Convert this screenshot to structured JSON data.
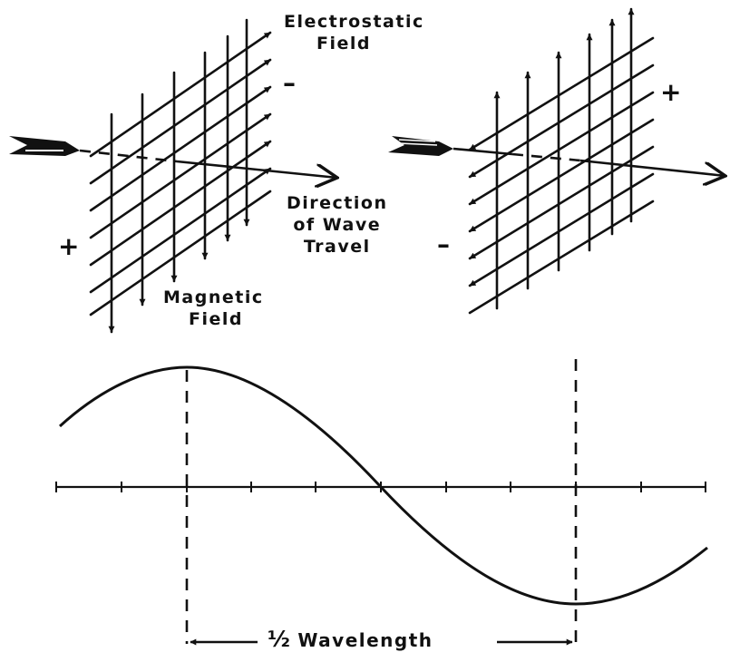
{
  "labels": {
    "electrostatic_line1": "Electrostatic",
    "electrostatic_line2": "Field",
    "direction_line1": "Direction",
    "direction_line2": "of Wave",
    "direction_line3": "Travel",
    "magnetic_line1": "Magnetic",
    "magnetic_line2": "Field",
    "half_wavelength_fraction": "½",
    "half_wavelength_word": "Wavelength"
  },
  "signs": {
    "left_plus": "+",
    "left_minus": "–",
    "right_plus": "+",
    "right_minus": "–"
  },
  "colors": {
    "ink": "#111111",
    "background": "#ffffff"
  }
}
